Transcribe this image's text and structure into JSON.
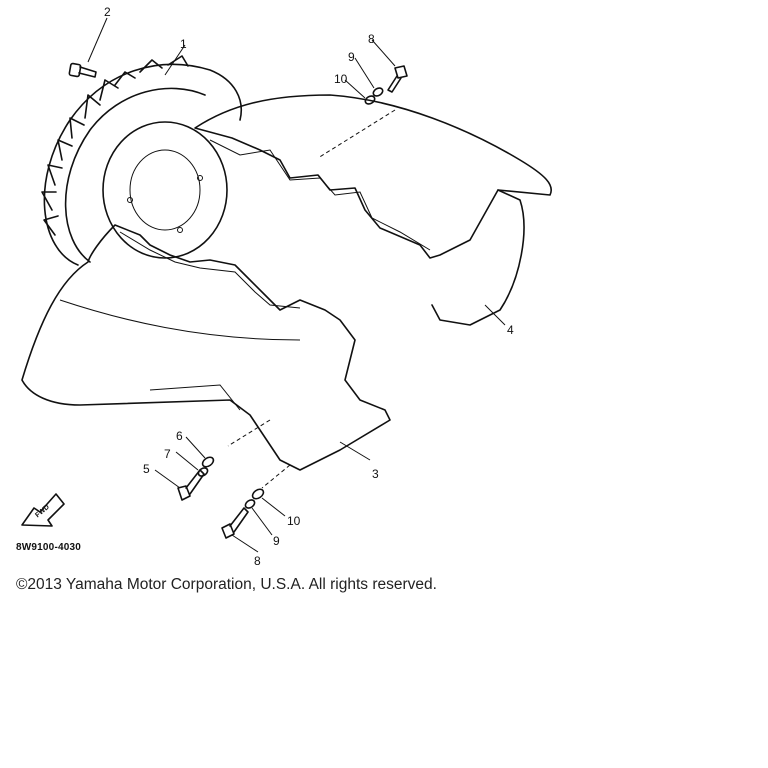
{
  "callouts": {
    "c1": "1",
    "c2": "2",
    "c3": "3",
    "c4": "4",
    "c5": "5",
    "c6": "6",
    "c7": "7",
    "c8a": "8",
    "c9a": "9",
    "c10a": "10",
    "c8b": "8",
    "c9b": "9",
    "c10b": "10"
  },
  "diagram_code": "8W9100-4030",
  "front_marker": "FWD",
  "copyright": "©2013 Yamaha Motor Corporation, U.S.A. All rights reserved."
}
